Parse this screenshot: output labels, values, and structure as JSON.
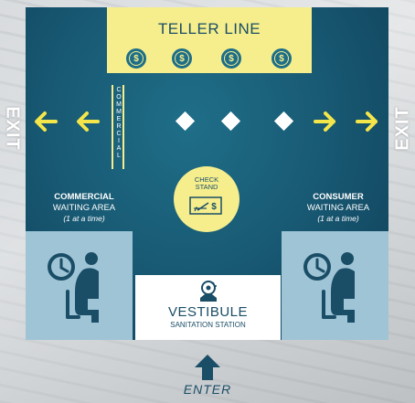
{
  "teller": {
    "title": "TELLER LINE",
    "coin_symbol": "$",
    "coin_count": 4
  },
  "exits": {
    "left": "EXIT",
    "right": "EXIT"
  },
  "lane": {
    "label": "COMMERCIAL"
  },
  "check_stand": {
    "label_line1": "CHECK",
    "label_line2": "STAND",
    "check_symbol": "$"
  },
  "commercial_area": {
    "title": "COMMERCIAL",
    "subtitle": "WAITING AREA",
    "note": "(1 at a time)"
  },
  "consumer_area": {
    "title": "CONSUMER",
    "subtitle": "WAITING AREA",
    "note": "(1 at a time)"
  },
  "vestibule": {
    "title": "VESTIBULE",
    "subtitle": "SANITATION STATION"
  },
  "entrance": {
    "label": "ENTER"
  },
  "colors": {
    "room": "#1b5f79",
    "accent_yellow": "#f6ee8c",
    "arrow_yellow": "#f4e64a",
    "waiting_box": "#9fc4d6",
    "dark_blue": "#1a4d66"
  },
  "icons": [
    "dollar-coin-icon",
    "arrow-left-icon",
    "arrow-right-icon",
    "diamond-icon",
    "check-icon",
    "clock-person-seated-icon",
    "hand-sanitizer-icon",
    "arrow-up-icon"
  ]
}
